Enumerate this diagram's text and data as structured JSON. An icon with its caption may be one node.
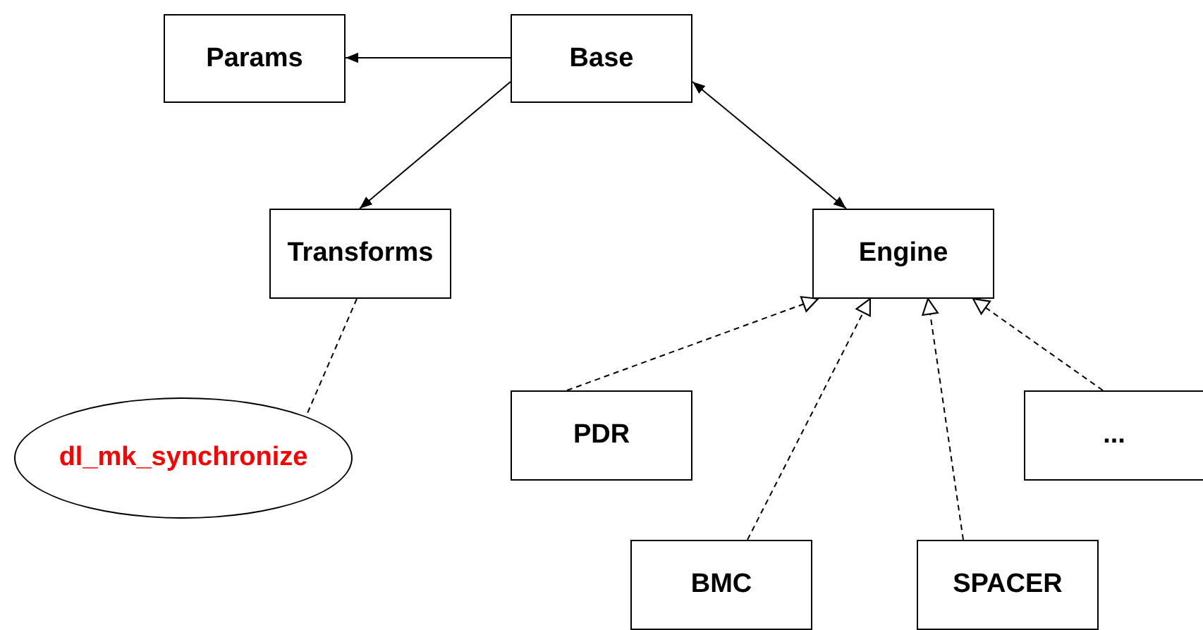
{
  "diagram": {
    "nodes": [
      {
        "text": [
          "Params"
        ]
      },
      {
        "text": [
          "Base"
        ]
      },
      {
        "text": [
          "Transforms"
        ]
      },
      {
        "text": [
          "Engine"
        ]
      },
      {
        "text": [
          "dl_mk_synchronize"
        ]
      },
      {
        "text": [
          "PDR"
        ]
      },
      {
        "text": [
          "..."
        ]
      },
      {
        "text": [
          "BMC"
        ]
      },
      {
        "text": [
          "SPACER"
        ]
      }
    ],
    "edges": [
      {
        "from": 1,
        "to": 0,
        "arrow": "to"
      },
      {
        "from": 1,
        "to": 2,
        "arrow": "to"
      },
      {
        "from": 1,
        "to": 3,
        "arrow": "both"
      },
      {
        "from": 2,
        "to": 4,
        "arrow": "none",
        "style": "dashed"
      },
      {
        "from": 5,
        "to": 3,
        "arrow": "to",
        "style": "dashed"
      },
      {
        "from": 7,
        "to": 3,
        "arrow": "to",
        "style": "dashed"
      },
      {
        "from": 8,
        "to": 3,
        "arrow": "to",
        "style": "dashed"
      },
      {
        "from": 6,
        "to": 3,
        "arrow": "to",
        "style": "dashed"
      }
    ]
  }
}
